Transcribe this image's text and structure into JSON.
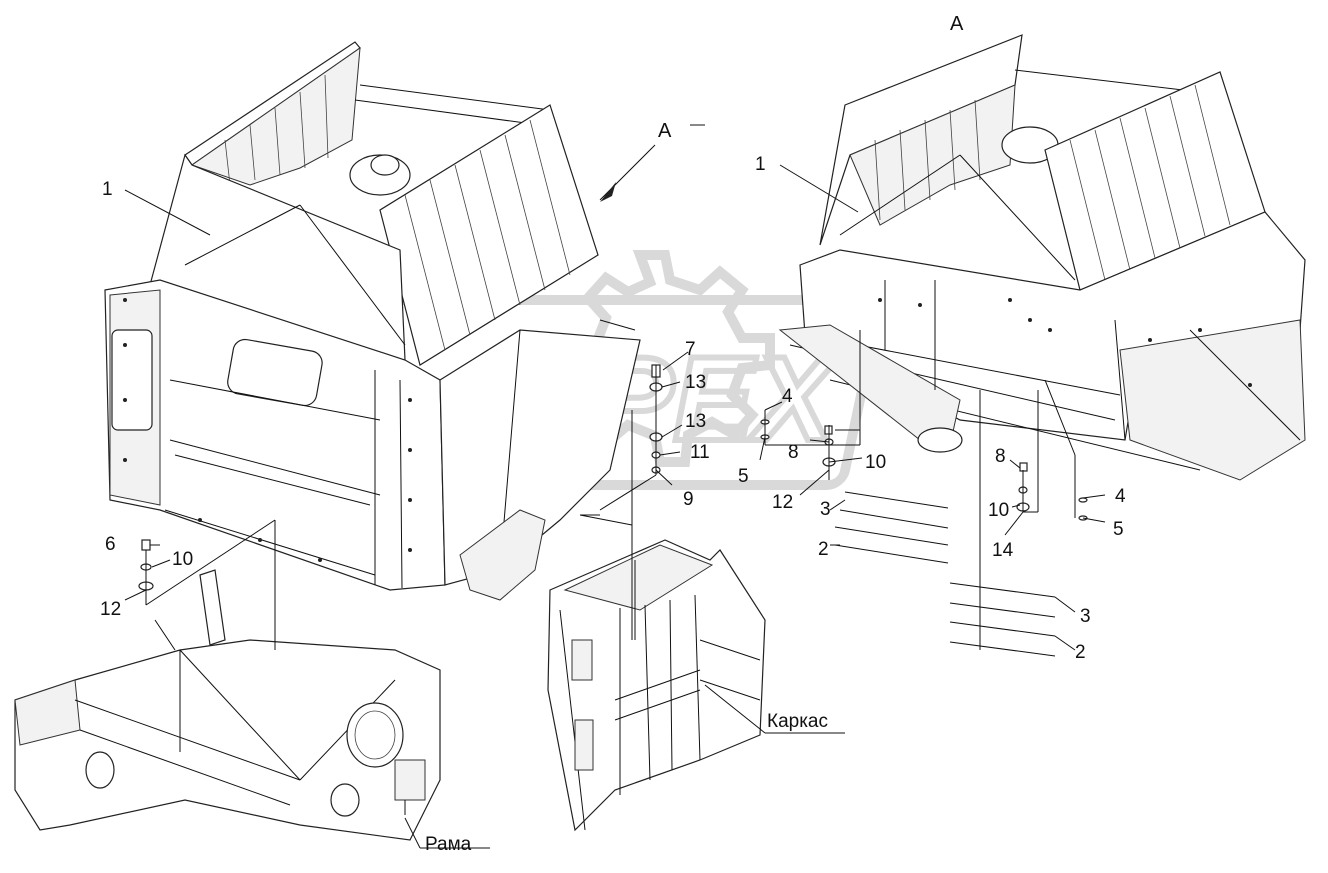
{
  "diagram": {
    "view_marker": "А",
    "view_marker_arrow": "А",
    "callouts": {
      "c1_left": "1",
      "c1_right": "1",
      "c2_mid": "2",
      "c2_right": "2",
      "c3_mid": "3",
      "c3_right": "3",
      "c4_mid": "4",
      "c4_right": "4",
      "c5_mid": "5",
      "c5_right": "5",
      "c6": "6",
      "c7": "7",
      "c8_mid": "8",
      "c8_right": "8",
      "c9": "9",
      "c10_left": "10",
      "c10_mid": "10",
      "c10_right": "10",
      "c11": "11",
      "c12_left": "12",
      "c12_mid": "12",
      "c13_a": "13",
      "c13_b": "13",
      "c14": "14"
    },
    "labels": {
      "frame": "Рама",
      "carcass": "Каркас"
    },
    "watermark": "OPEX"
  }
}
